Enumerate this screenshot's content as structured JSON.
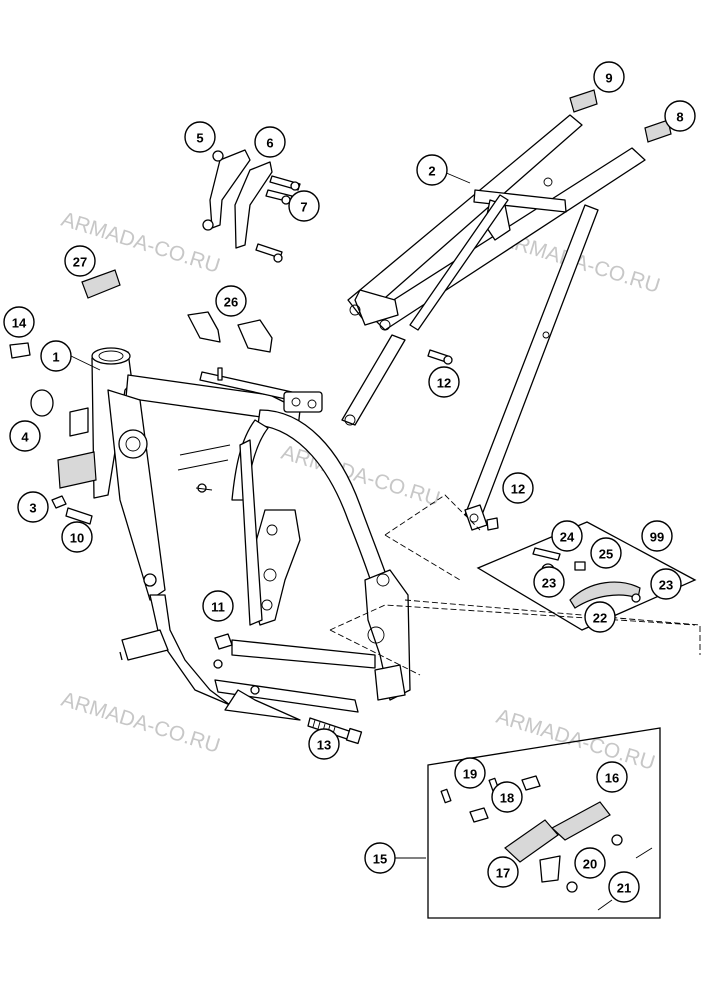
{
  "watermark": "ARMADA-CO.RU",
  "callouts": [
    "1",
    "2",
    "3",
    "4",
    "5",
    "6",
    "7",
    "8",
    "9",
    "10",
    "11",
    "12",
    "12",
    "13",
    "14",
    "15",
    "16",
    "17",
    "18",
    "19",
    "20",
    "21",
    "22",
    "23",
    "23",
    "24",
    "25",
    "26",
    "27",
    "99"
  ]
}
